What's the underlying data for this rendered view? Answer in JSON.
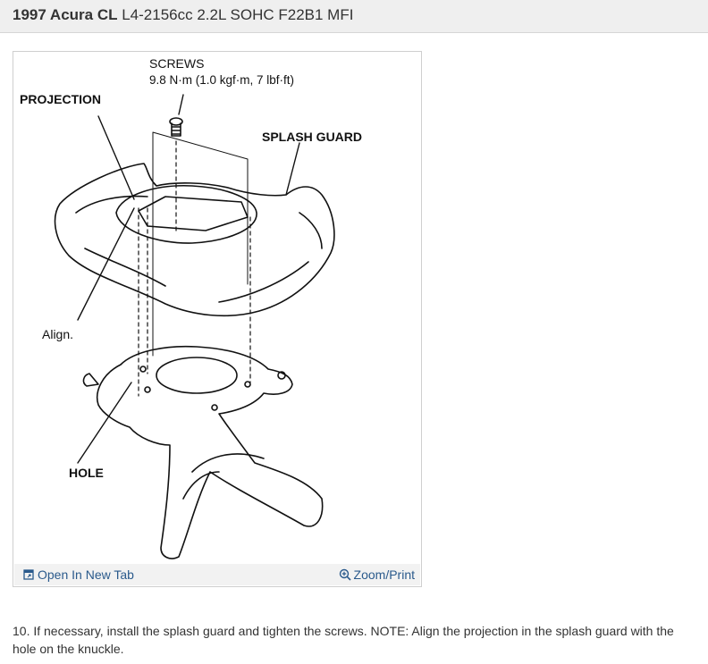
{
  "header": {
    "title_bold": "1997 Acura CL",
    "title_rest": "L4-2156cc 2.2L SOHC F22B1 MFI"
  },
  "diagram": {
    "labels": {
      "screws": "SCREWS",
      "torque": "9.8 N·m (1.0 kgf·m, 7 lbf·ft)",
      "projection": "PROJECTION",
      "splash_guard": "SPLASH GUARD",
      "align": "Align.",
      "hole": "HOLE"
    }
  },
  "footer": {
    "open_tab_label": "Open In New Tab",
    "zoom_label": "Zoom/Print",
    "open_tab_icon": "external-window-icon",
    "zoom_icon": "magnifier-plus-icon"
  },
  "instruction": {
    "text": "10. If necessary, install the splash guard and tighten the screws. NOTE: Align the projection in the splash guard with the hole on the knuckle."
  }
}
